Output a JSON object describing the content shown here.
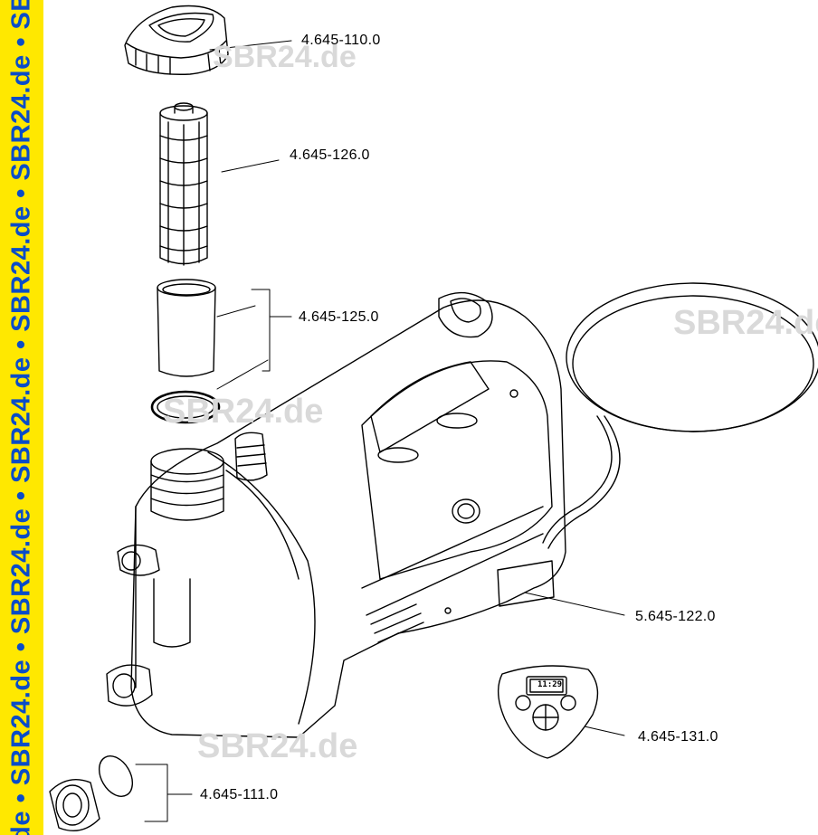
{
  "side_strip": {
    "text": "de • SBR24.de • SBR24.de • SBR24.de • SBR24.de • SBR24.de • SB",
    "background": "#ffe800",
    "text_color": "#0a4cc8"
  },
  "watermarks": [
    "SBR24.de",
    "SBR24.de",
    "SBR24.de",
    "SBR24.de"
  ],
  "parts": [
    {
      "number": "4.645-110.0",
      "item": "cap"
    },
    {
      "number": "4.645-126.0",
      "item": "filter-insert"
    },
    {
      "number": "4.645-125.0",
      "item": "filter-cup-and-o-ring"
    },
    {
      "number": "5.645-122.0",
      "item": "foot"
    },
    {
      "number": "4.645-131.0",
      "item": "control-panel"
    },
    {
      "number": "4.645-111.0",
      "item": "connector-and-seal"
    }
  ],
  "display_readout": "11:29",
  "colors": {
    "line": "#000000",
    "watermark": "#d9d9d9"
  }
}
